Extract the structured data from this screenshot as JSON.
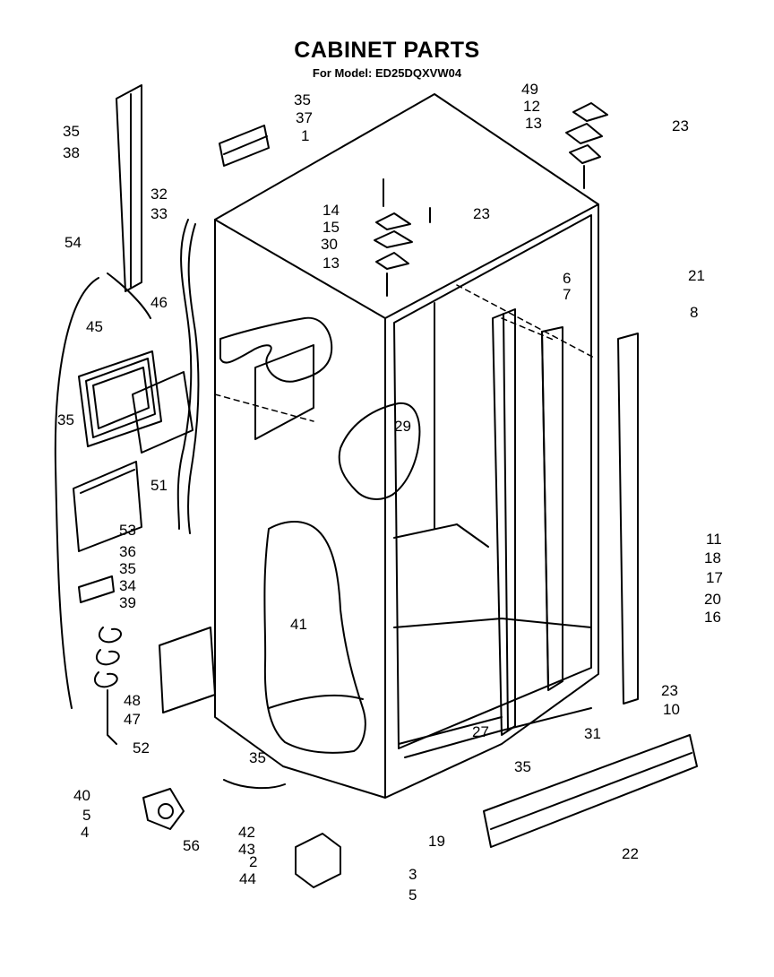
{
  "title": "CABINET PARTS",
  "subtitle": "For Model: ED25DQXVW04",
  "callouts": [
    "35",
    "38",
    "35",
    "37",
    "1",
    "49",
    "12",
    "13",
    "23",
    "32",
    "33",
    "14",
    "23",
    "15",
    "30",
    "13",
    "21",
    "54",
    "46",
    "45",
    "6",
    "7",
    "8",
    "35",
    "29",
    "51",
    "11",
    "18",
    "17",
    "53",
    "36",
    "35",
    "34",
    "39",
    "41",
    "20",
    "16",
    "48",
    "47",
    "31",
    "23",
    "10",
    "52",
    "35",
    "27",
    "35",
    "40",
    "5",
    "4",
    "56",
    "42",
    "43",
    "19",
    "22",
    "2",
    "44",
    "3",
    "5"
  ]
}
